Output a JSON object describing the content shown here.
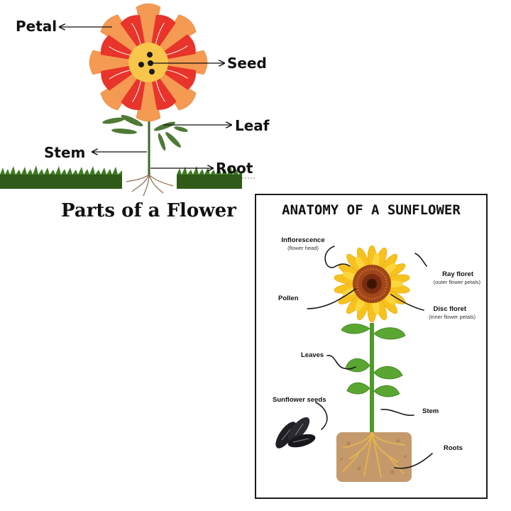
{
  "parts_of_flower": {
    "title": "Parts of a Flower",
    "labels": {
      "petal": "Petal",
      "seed": "Seed",
      "leaf": "Leaf",
      "stem": "Stem",
      "root": "Root"
    }
  },
  "sunflower_anatomy": {
    "title": "ANATOMY OF A SUNFLOWER",
    "labels": {
      "inflorescence": "Inflorescence",
      "inflorescence_sub": "(flower head)",
      "ray_floret": "Ray floret",
      "ray_floret_sub": "(outer flower petals)",
      "pollen": "Pollen",
      "disc_floret": "Disc floret",
      "disc_floret_sub": "(inner flower petals)",
      "leaves": "Leaves",
      "sunflower_seeds": "Sunflower seeds",
      "stem": "Stem",
      "roots": "Roots"
    }
  },
  "colors": {
    "petal_red": "#e8342a",
    "petal_orange": "#f59a52",
    "flower_center": "#f7c64a",
    "grass": "#3b6a1e",
    "sunflower_yellow": "#f7c21e",
    "sunflower_center": "#a0461a",
    "leaf_green": "#5aa632",
    "soil": "#c49a6c"
  }
}
